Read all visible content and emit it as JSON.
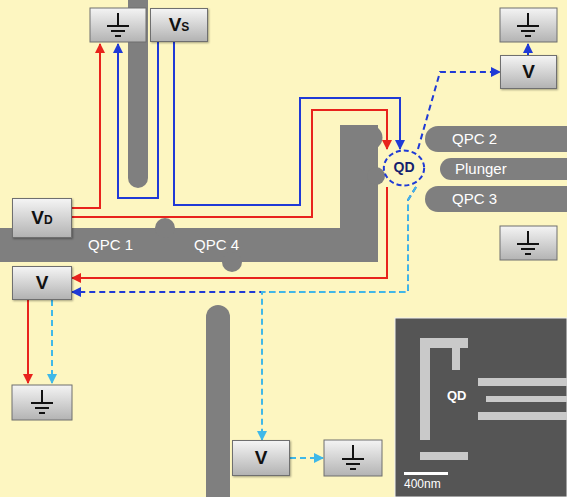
{
  "diagram": {
    "nodes": [
      {
        "text": [
          "VS"
        ]
      },
      {
        "text": [
          "V"
        ]
      },
      {
        "text": [
          "VD"
        ]
      },
      {
        "text": [
          "QD"
        ]
      },
      {
        "text": [
          "V"
        ]
      },
      {
        "text": [
          "V"
        ]
      }
    ],
    "edges": [
      {
        "from": 2,
        "to": 3,
        "arrow": "to"
      },
      {
        "from": 3,
        "to": 4,
        "arrow": "to"
      },
      {
        "from": 0,
        "to": 3,
        "arrow": "to"
      },
      {
        "from": 3,
        "to": 1,
        "arrow": "to"
      },
      {
        "from": 3,
        "to": 4,
        "arrow": "to"
      },
      {
        "from": 3,
        "to": 5,
        "arrow": "to"
      }
    ],
    "labels": [
      "QPC 2",
      "Plunger",
      "QPC 3",
      "QPC 1",
      "QPC 4",
      "QD",
      "400nm"
    ]
  }
}
